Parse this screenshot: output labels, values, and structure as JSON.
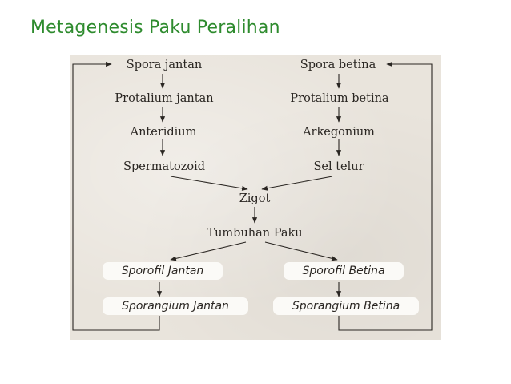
{
  "title": "Metagenesis Paku Peralihan",
  "diagram": {
    "nodes": {
      "spora_jantan": "Spora jantan",
      "spora_betina": "Spora betina",
      "protalium_jantan": "Protalium jantan",
      "protalium_betina": "Protalium betina",
      "anteridium": "Anteridium",
      "arkegonium": "Arkegonium",
      "spermatozoid": "Spermatozoid",
      "sel_telur": "Sel telur",
      "zigot": "Zigot",
      "tumbuhan_paku": "Tumbuhan Paku",
      "sporofil_jantan": "Sporofil Jantan",
      "sporofil_betina": "Sporofil Betina",
      "sporangium_jantan": "Sporangium Jantan",
      "sporangium_betina": "Sporangium Betina"
    },
    "colors": {
      "title": "#2e8b2e",
      "ink": "#2a2622",
      "paper": "#e9e4dc"
    }
  }
}
